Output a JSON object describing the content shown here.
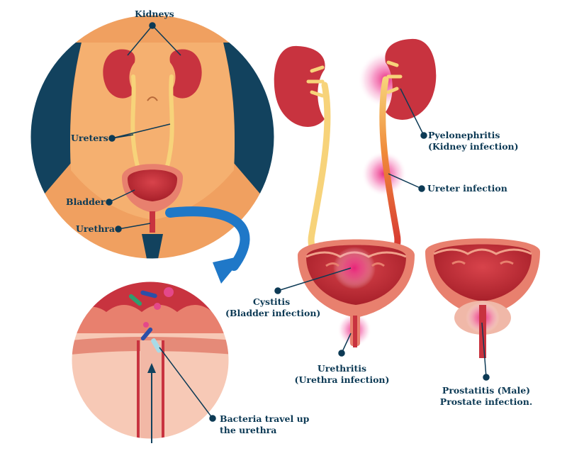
{
  "labels": {
    "kidneys": "Kidneys",
    "ureters": "Ureters",
    "bladder": "Bladder",
    "urethra": "Urethra",
    "pyelonephritis": "Pyelonephritis",
    "pyelonephritis_sub": "(Kidney infection)",
    "ureter_infection": "Ureter infection",
    "cystitis": "Cystitis",
    "cystitis_sub": "(Bladder infection)",
    "urethritis": "Urethritis",
    "urethritis_sub": "(Urethra infection)",
    "prostatitis": "Prostatitis (Male)",
    "prostatitis_sub": "Prostate infection.",
    "bacteria": "Bacteria travel up",
    "bacteria_sub": "the urethra"
  },
  "colors": {
    "skin": "#f2a868",
    "dark_teal": "#12425e",
    "kidney": "#c8333f",
    "ureter": "#f7d37a",
    "bladder_outer": "#e8806e",
    "bladder_inner": "#c02a35",
    "infection": "#ee3f8e",
    "arrow_blue": "#1f78c8",
    "label": "#0d3a55"
  }
}
